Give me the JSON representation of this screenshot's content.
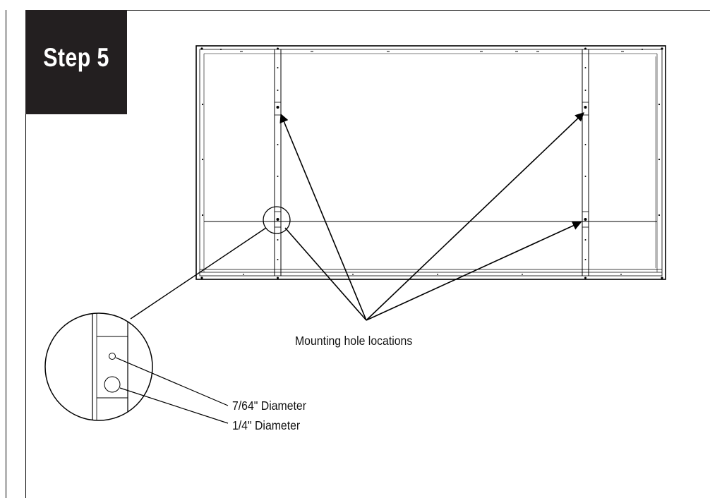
{
  "step": {
    "label": "Step 5"
  },
  "callouts": {
    "mounting_holes": "Mounting hole locations",
    "small_hole": "7/64\" Diameter",
    "large_hole": "1/4\" Diameter"
  },
  "colors": {
    "ink": "#000000",
    "step_box": "#231f20",
    "background": "#ffffff"
  }
}
